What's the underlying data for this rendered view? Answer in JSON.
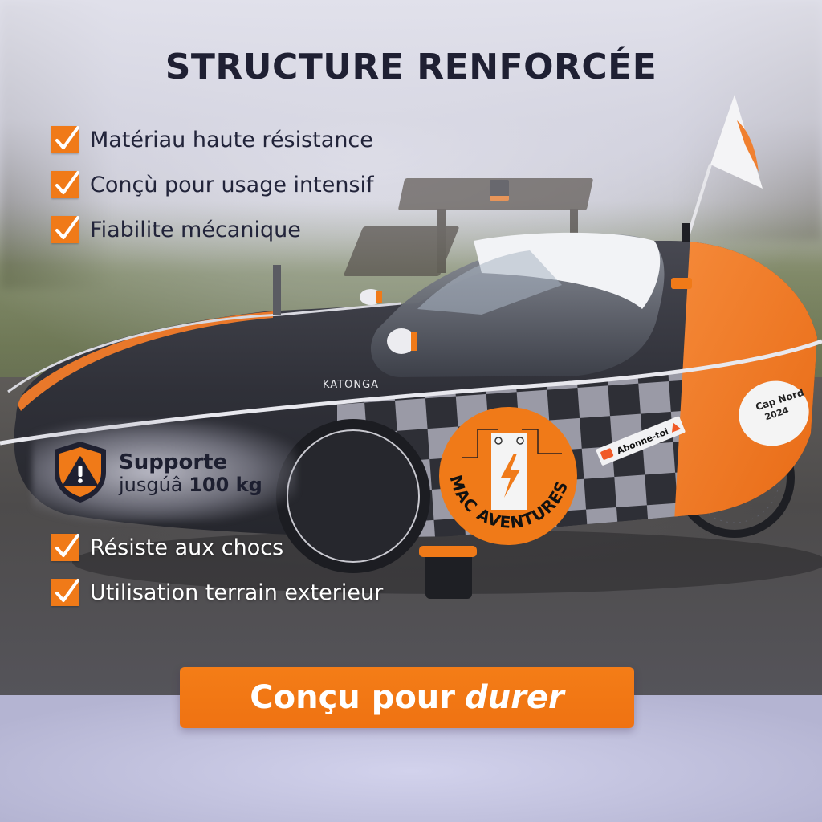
{
  "headline": "STRUCTURE RENFORCÉE",
  "features_top": [
    {
      "label": "Matériau haute résistance",
      "icon": "checkmark-icon"
    },
    {
      "label": "Conçù pour usage intensif",
      "icon": "checkmark-icon"
    },
    {
      "label": "Fiabilite mécanique",
      "icon": "checkmark-icon"
    }
  ],
  "support_badge": {
    "icon": "warning-shield-icon",
    "title": "Supporte",
    "subtitle_prefix": "jusgúâ",
    "subtitle_value": "100 kg"
  },
  "features_bottom": [
    {
      "label": "Résiste aux chocs",
      "icon": "checkmark-icon"
    },
    {
      "label": "Utilisation terrain exterieur",
      "icon": "checkmark-icon"
    }
  ],
  "cta": {
    "label_regular": "Conçu pour",
    "label_emphasis": "durer"
  },
  "vehicle": {
    "brand_text": "KATONGA",
    "logo_text": "MAC AVENTURES",
    "sticker_subscribe": "Abonne-toi",
    "sticker_event": "Cap Nord 2024"
  },
  "colors": {
    "accent_orange": "#F07A18",
    "title_navy": "#1F2033",
    "body_dark_grey": "#3A3B44",
    "checker_light": "#9A9AA6",
    "bottom_band": "#C8C8E4"
  }
}
